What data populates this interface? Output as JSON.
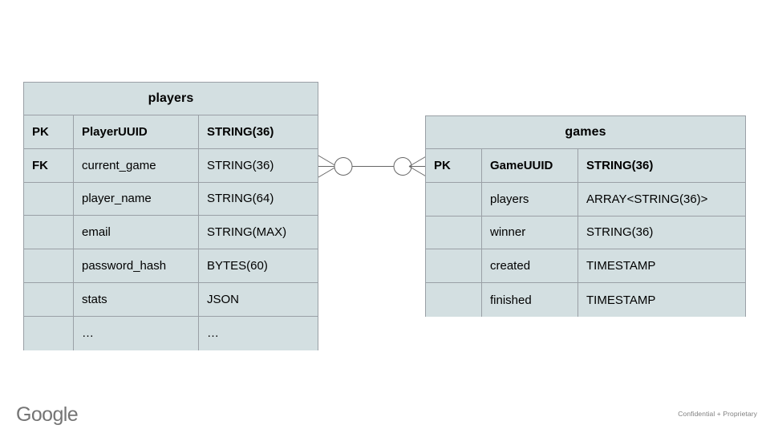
{
  "diagram": {
    "type": "entity-relationship-diagram",
    "background_color": "#ffffff",
    "entity_fill_color": "#d3dfe1",
    "entity_border_color": "#9aa0a6",
    "connector_color": "#666666",
    "text_color": "#000000"
  },
  "entities": [
    {
      "name": "players",
      "title": "players",
      "columns": [
        {
          "key": "PK",
          "field": "PlayerUUID",
          "type": "STRING(36)",
          "bold": true
        },
        {
          "key": "FK",
          "field": "current_game",
          "type": "STRING(36)",
          "bold": false
        },
        {
          "key": "",
          "field": "player_name",
          "type": "STRING(64)",
          "bold": false
        },
        {
          "key": "",
          "field": "email",
          "type": "STRING(MAX)",
          "bold": false
        },
        {
          "key": "",
          "field": "password_hash",
          "type": "BYTES(60)",
          "bold": false
        },
        {
          "key": "",
          "field": "stats",
          "type": "JSON",
          "bold": false
        },
        {
          "key": "",
          "field": "…",
          "type": "…",
          "bold": false
        }
      ]
    },
    {
      "name": "games",
      "title": "games",
      "columns": [
        {
          "key": "PK",
          "field": "GameUUID",
          "type": "STRING(36)",
          "bold": true
        },
        {
          "key": "",
          "field": "players",
          "type": "ARRAY<STRING(36)>",
          "bold": false
        },
        {
          "key": "",
          "field": "winner",
          "type": "STRING(36)",
          "bold": false
        },
        {
          "key": "",
          "field": "created",
          "type": "TIMESTAMP",
          "bold": false
        },
        {
          "key": "",
          "field": "finished",
          "type": "TIMESTAMP",
          "bold": false
        }
      ]
    }
  ],
  "relationship": {
    "from": "players",
    "to": "games",
    "left_cardinality": "zero-or-many",
    "right_cardinality": "zero-or-many",
    "notation": "crows-foot"
  },
  "footer": {
    "logo_text": "Google",
    "note": "Confidential + Proprietary"
  }
}
